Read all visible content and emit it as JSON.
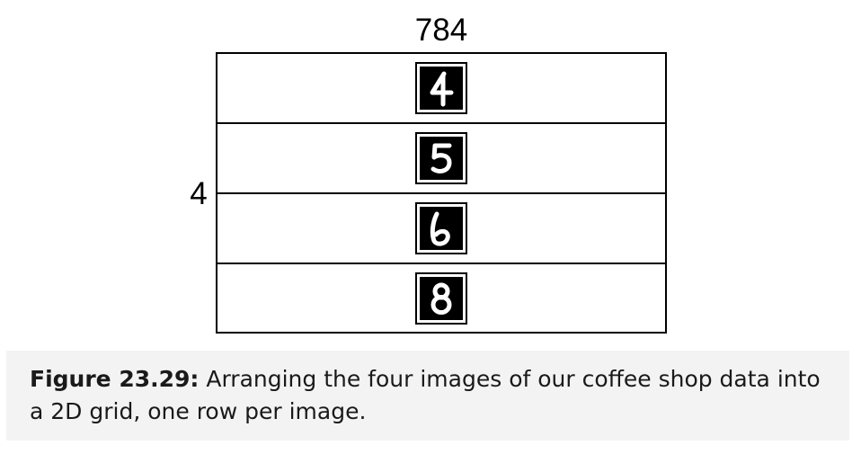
{
  "diagram": {
    "top_label": "784",
    "side_label": "4",
    "rows": [
      {
        "digit": "4"
      },
      {
        "digit": "5"
      },
      {
        "digit": "6"
      },
      {
        "digit": "8"
      }
    ]
  },
  "caption": {
    "label": "Figure 23.29:",
    "text": " Arranging the four images of our coffee shop data into a 2D grid, one row per image."
  }
}
